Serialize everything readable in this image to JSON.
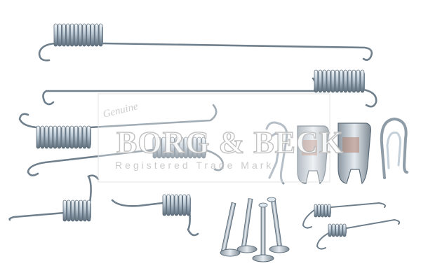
{
  "watermark": {
    "genuine": "Genuine",
    "brand": "BORG & BECK",
    "subtitle": "Registered Trade Mark"
  },
  "colors": {
    "metal_light": "#dfe7ee",
    "metal_mid": "#9fb0bf",
    "metal_dark": "#5c6c7a",
    "copper_tint": "#b07a68",
    "watermark_gray": "#bdbdbd"
  },
  "parts": [
    {
      "type": "long-spring",
      "count": 2
    },
    {
      "type": "hook-spring",
      "count": 2
    },
    {
      "type": "small-spring",
      "count": 2
    },
    {
      "type": "mini-spring",
      "count": 2
    },
    {
      "type": "hold-down-pin",
      "count": 4
    },
    {
      "type": "hold-down-clip",
      "count": 4
    }
  ]
}
